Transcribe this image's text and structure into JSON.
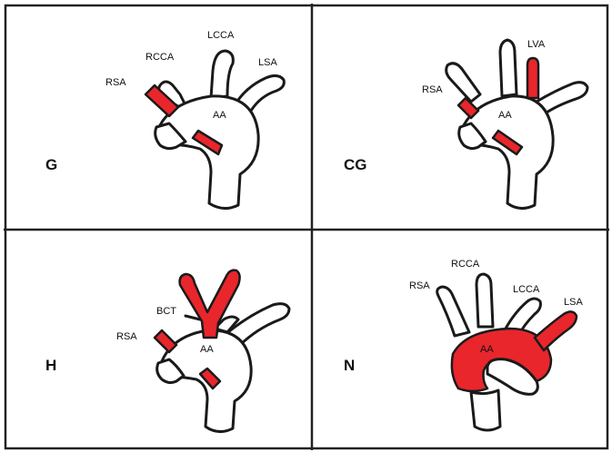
{
  "panels": {
    "g": {
      "label": "G",
      "vessels": {
        "rsa": "RSA",
        "rcca": "RCCA",
        "lcca": "LCCA",
        "lsa": "LSA",
        "aa": "AA"
      }
    },
    "cg": {
      "label": "CG",
      "vessels": {
        "rsa": "RSA",
        "lva": "LVA",
        "aa": "AA"
      }
    },
    "h": {
      "label": "H",
      "vessels": {
        "rsa": "RSA",
        "bct": "BCT",
        "aa": "AA"
      }
    },
    "n": {
      "label": "N",
      "vessels": {
        "rsa": "RSA",
        "rcca": "RCCA",
        "lcca": "LCCA",
        "lsa": "LSA",
        "aa": "AA"
      }
    }
  },
  "colors": {
    "highlight": "#e8262c",
    "outline": "#1a1a1a",
    "border": "#222222"
  }
}
